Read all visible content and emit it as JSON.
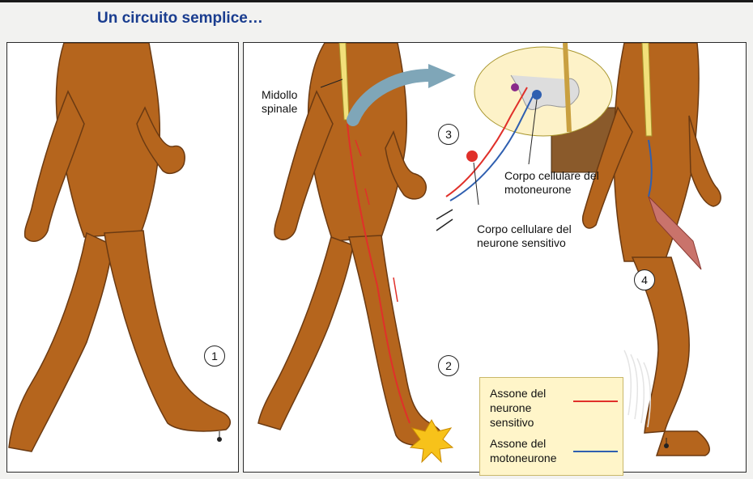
{
  "title": "Un circuito semplice…",
  "labels": {
    "spinal_cord": "Midollo spinale",
    "motor_cell_body": "Corpo cellulare del motoneurone",
    "sensory_cell_body": "Corpo cellulare del neurone sensitivo"
  },
  "steps": [
    "1",
    "2",
    "3",
    "4"
  ],
  "legend": [
    {
      "label": "Assone del neurone sensitivo",
      "color": "#e0302a"
    },
    {
      "label": "Assone del motoneurone",
      "color": "#2f5fb0"
    }
  ],
  "colors": {
    "skin": "#b5651d",
    "skin_outline": "#6b3a12",
    "spinal_cord": "#f2e07a",
    "sensory": "#e0302a",
    "motor": "#2f5fb0",
    "muscle": "#c9736b",
    "title": "#1a3d8f"
  }
}
